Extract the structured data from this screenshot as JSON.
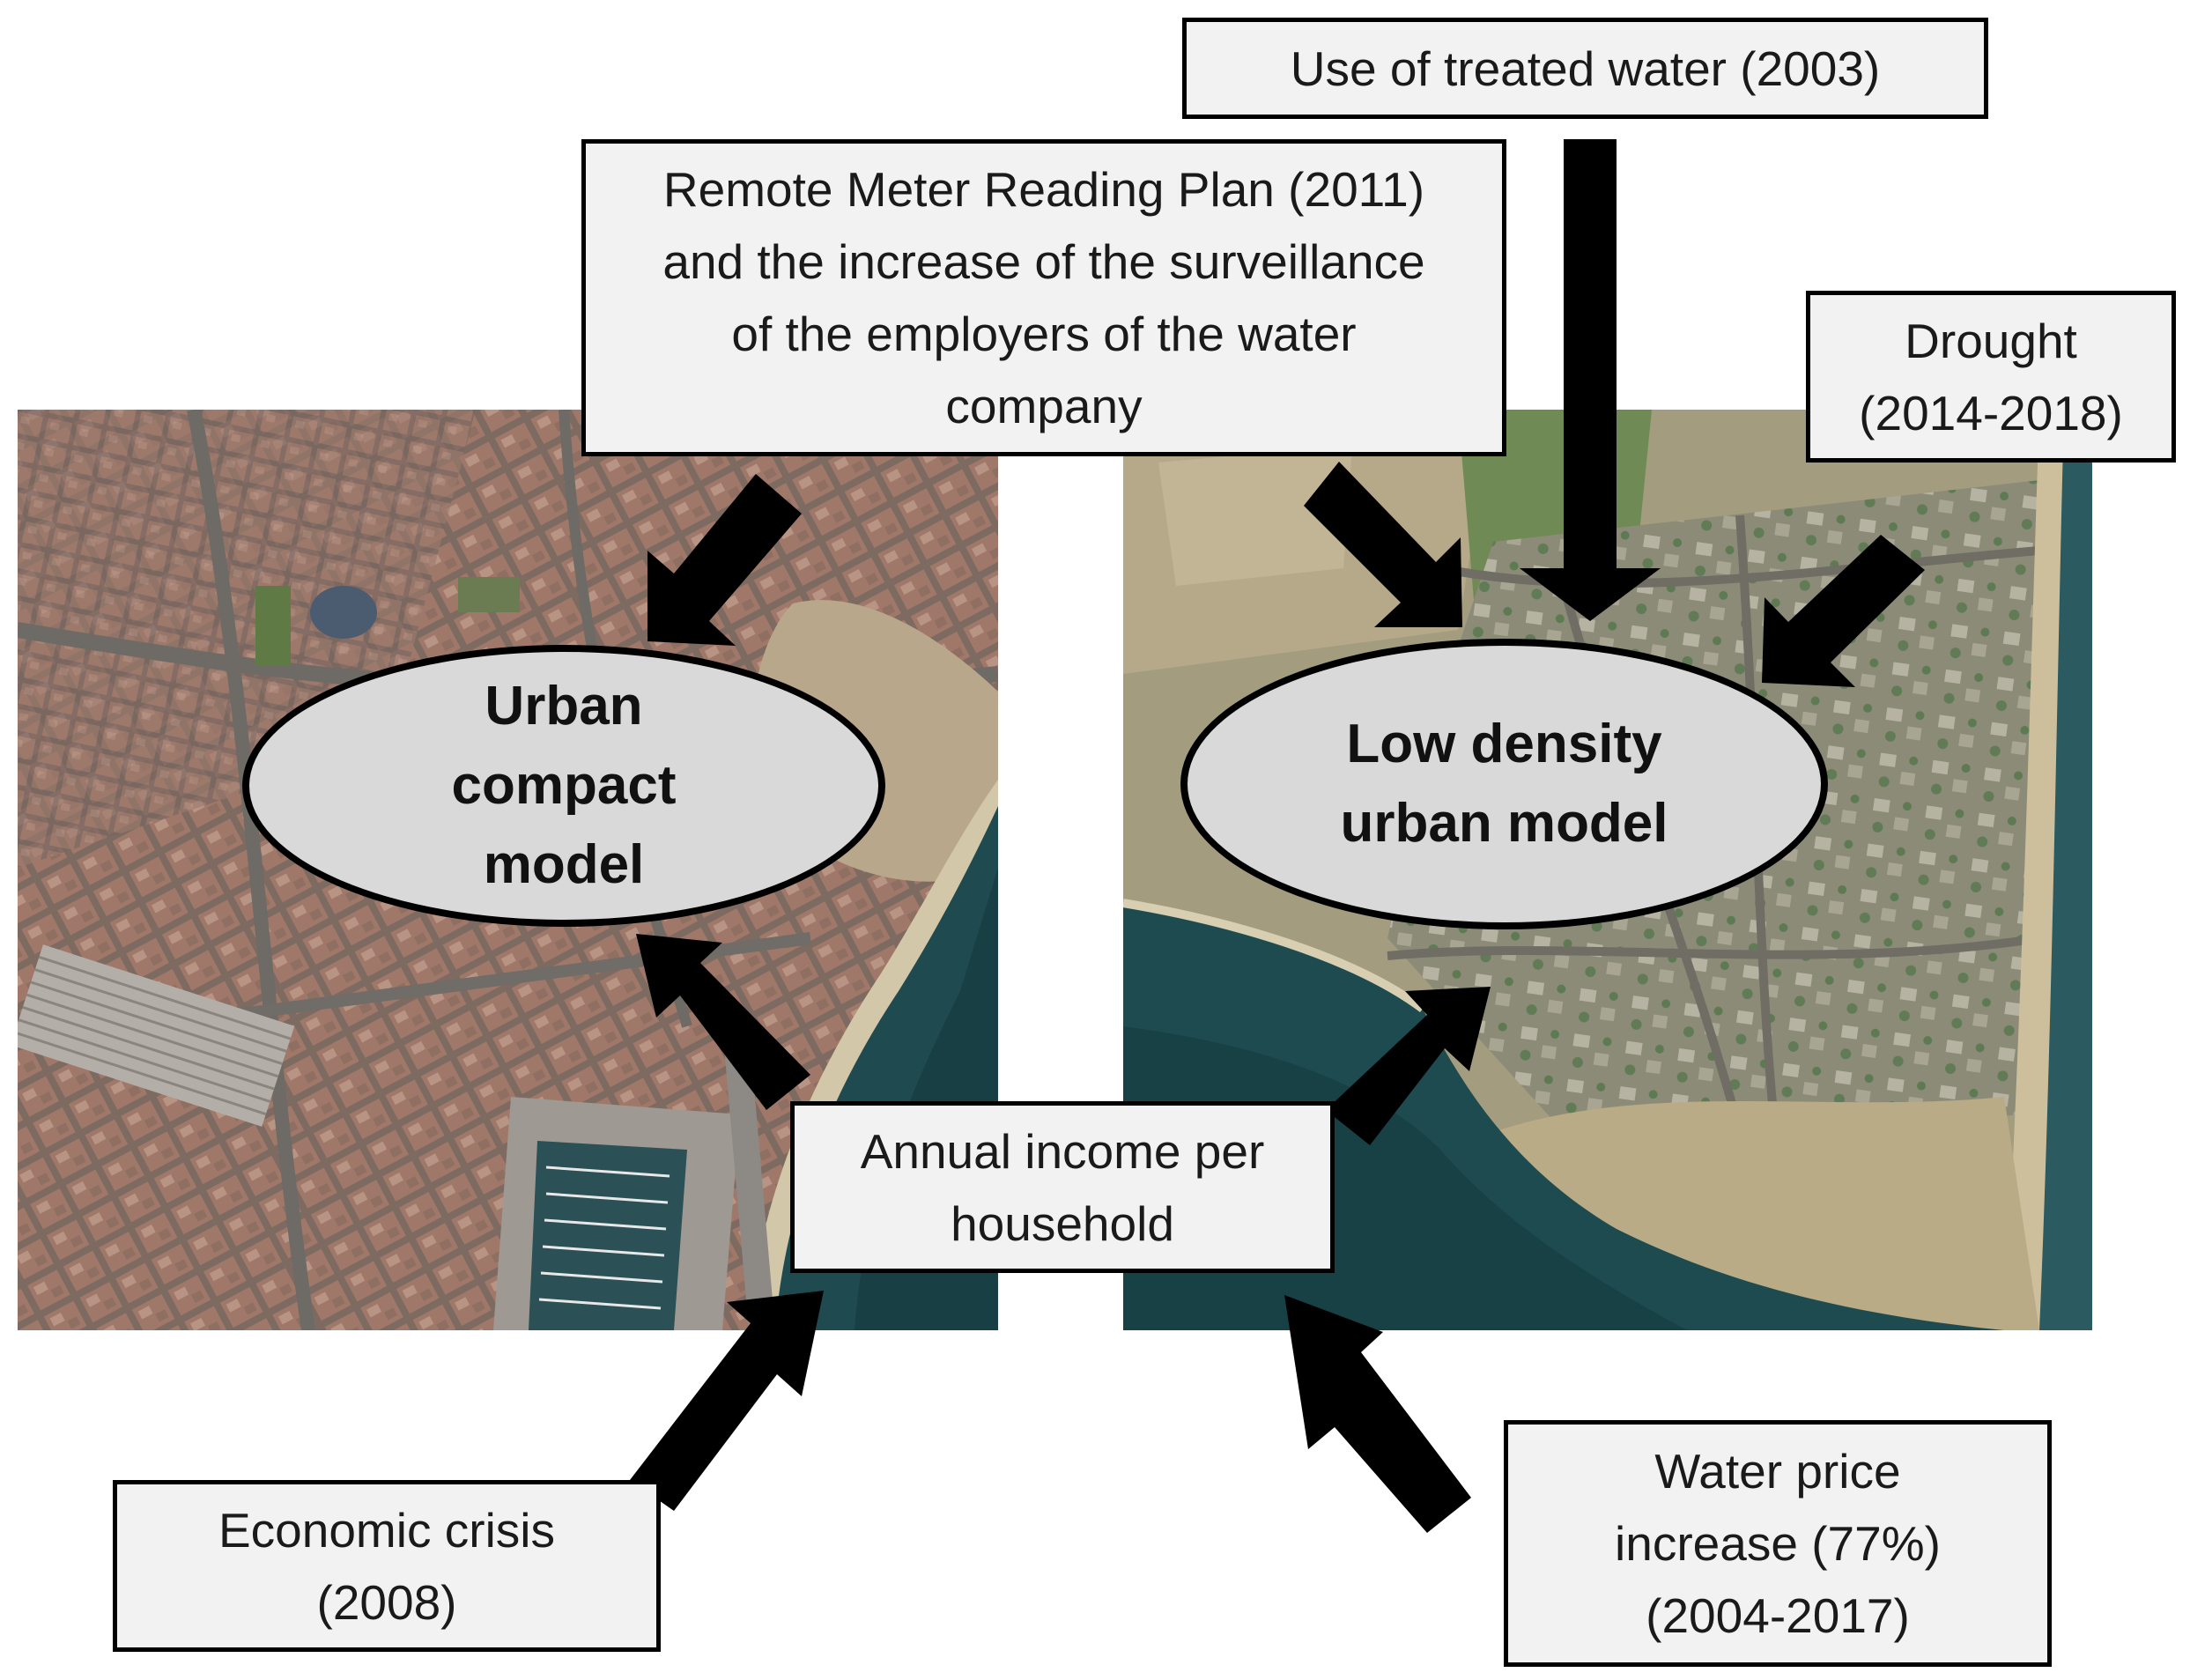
{
  "images": {
    "left": {
      "description_icon": "aerial-photo-compact-city",
      "sea_color": "#1f4a4f",
      "land_color": "#9a7e6e"
    },
    "right": {
      "description_icon": "aerial-photo-low-density-coast",
      "sea_color": "#1e4b50",
      "land_color": "#8f8a6c"
    }
  },
  "nodes": {
    "treated_water": {
      "lines": [
        "Use of treated water (2003)"
      ]
    },
    "remote_meter": {
      "lines": [
        "Remote Meter Reading Plan (2011)",
        "and the increase of the surveillance",
        "of the employers of the water",
        "company"
      ]
    },
    "drought": {
      "lines": [
        "Drought",
        "(2014-2018)"
      ]
    },
    "annual_income": {
      "lines": [
        "Annual income per",
        "household"
      ]
    },
    "economic_crisis": {
      "lines": [
        "Economic crisis",
        "(2008)"
      ]
    },
    "water_price": {
      "lines": [
        "Water price",
        "increase (77%)",
        "(2004-2017)"
      ]
    }
  },
  "models": {
    "compact": {
      "lines": [
        "Urban",
        "compact",
        "model"
      ]
    },
    "low_density": {
      "lines": [
        "Low density",
        "urban model"
      ]
    }
  },
  "colors": {
    "box_fill": "#f2f2f2",
    "ellipse_fill": "#d9d9d9",
    "arrow": "#000000"
  }
}
